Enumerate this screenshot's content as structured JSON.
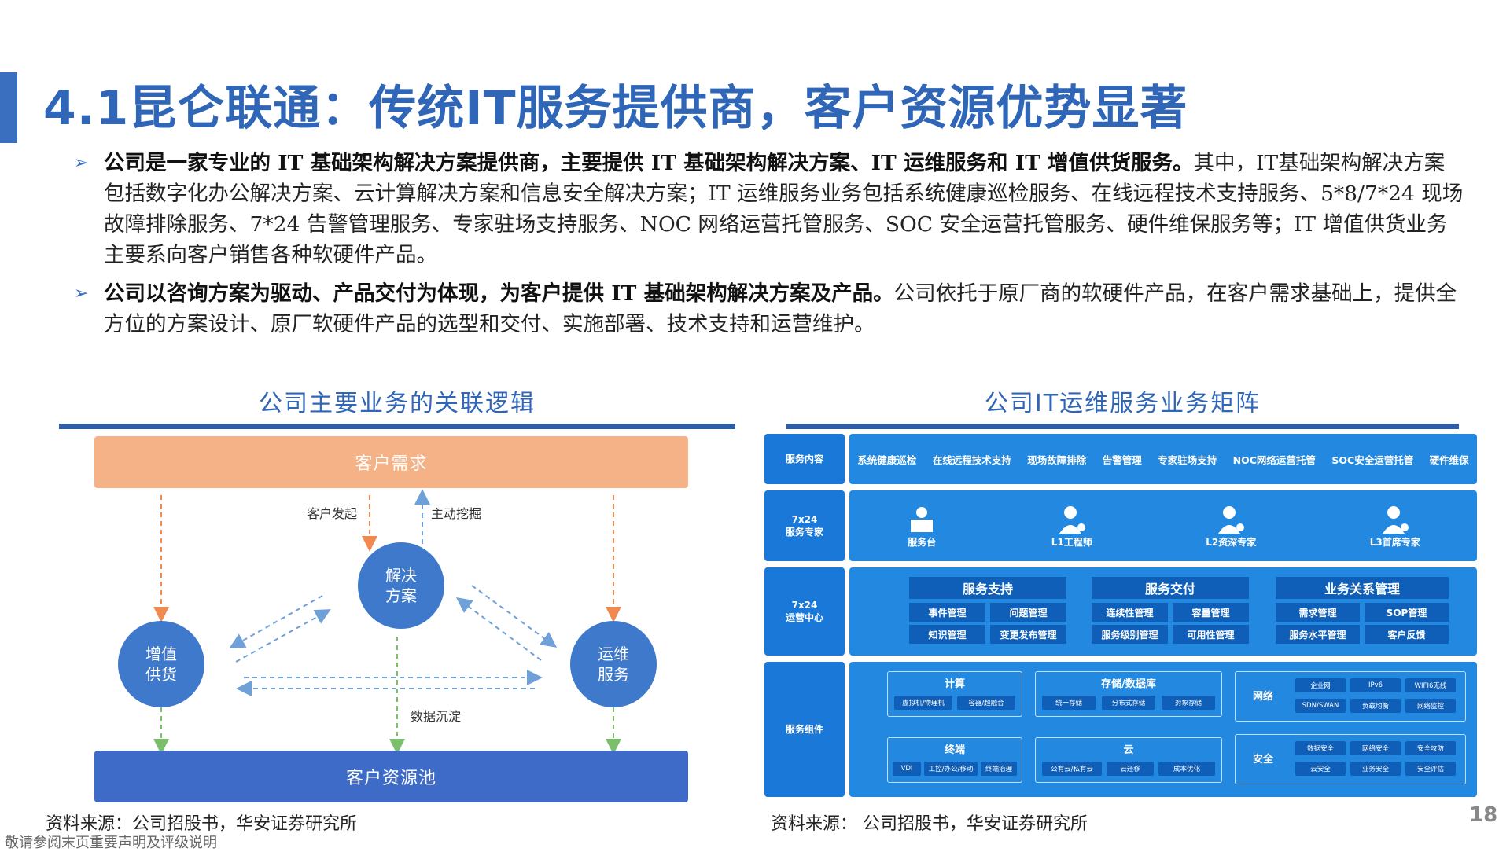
{
  "title": "4.1昆仑联通：传统IT服务提供商，客户资源优势显著",
  "bullets": [
    {
      "bold": "公司是一家专业的 IT 基础架构解决方案提供商，主要提供 IT 基础架构解决方案、IT 运维服务和 IT 增值供货服务。",
      "rest": "其中，IT基础架构解决方案包括数字化办公解决方案、云计算解决方案和信息安全解决方案；IT 运维服务业务包括系统健康巡检服务、在线远程技术支持服务、5*8/7*24 现场故障排除服务、7*24 告警管理服务、专家驻场支持服务、NOC 网络运营托管服务、SOC 安全运营托管服务、硬件维保服务等；IT 增值供货业务主要系向客户销售各种软硬件产品。"
    },
    {
      "bold": "公司以咨询方案为驱动、产品交付为体现，为客户提供 IT 基础架构解决方案及产品。",
      "rest": "公司依托于原厂商的软硬件产品，在客户需求基础上，提供全方位的方案设计、原厂软硬件产品的选型和交付、实施部署、技术支持和运营维护。"
    }
  ],
  "left_panel": {
    "title": "公司主要业务的关联逻辑",
    "top_box": "客户需求",
    "bottom_box": "客户资源池",
    "center_circle": "解决\n方案",
    "left_circle": "增值\n供货",
    "right_circle": "运维\n服务",
    "label_initiate": "客户发起",
    "label_mine": "主动挖掘",
    "label_settle": "数据沉淀",
    "source": "资料来源：公司招股书，华安证券研究所"
  },
  "right_panel": {
    "title": "公司IT运维服务业务矩阵",
    "row1_side": "服务内容",
    "services": [
      "系统健康巡检",
      "在线远程技术支持",
      "现场故障排除",
      "告警管理",
      "专家驻场支持",
      "NOC网络运营托管",
      "SOC安全运营托管",
      "硬件维保"
    ],
    "row2_side": "7x24\n服务专家",
    "roles": [
      "服务台",
      "L1工程师",
      "L2资深专家",
      "L3首席专家"
    ],
    "row3_side": "7x24\n运营中心",
    "groups": [
      {
        "name": "服务支持",
        "items": [
          "事件管理",
          "问题管理",
          "知识管理",
          "变更发布管理"
        ]
      },
      {
        "name": "服务交付",
        "items": [
          "连续性管理",
          "容量管理",
          "服务级别管理",
          "可用性管理"
        ]
      },
      {
        "name": "业务关系管理",
        "items": [
          "需求管理",
          "SOP管理",
          "服务水平管理",
          "客户反馈"
        ]
      }
    ],
    "row4_side": "服务组件",
    "components": [
      {
        "name": "计算",
        "chips": [
          "虚拟机/物理机",
          "容器/超融合"
        ]
      },
      {
        "name": "存储/数据库",
        "chips": [
          "统一存储",
          "分布式存储",
          "对象存储"
        ]
      },
      {
        "name": "终端",
        "chips": [
          "VDI",
          "工控/办公/移动",
          "终端治理"
        ]
      },
      {
        "name": "云",
        "chips": [
          "公有云/私有云",
          "云迁移",
          "成本优化"
        ]
      }
    ],
    "network": {
      "name": "网络",
      "chips": [
        "企业网",
        "IPv6",
        "WIFI6无线",
        "SDN/SWAN",
        "负载均衡",
        "网络监控"
      ]
    },
    "security": {
      "name": "安全",
      "chips": [
        "数据安全",
        "网络安全",
        "安全攻防",
        "云安全",
        "业务安全",
        "安全评估"
      ]
    },
    "source": "资料来源：  公司招股书，华安证券研究所"
  },
  "disclaimer": "敬请参阅末页重要声明及评级说明",
  "page_number": "18",
  "colors": {
    "accent": "#2f66b7",
    "orange": "#f5b286",
    "blue_circle": "#3e79cc",
    "matrix_blue": "#2388e0"
  }
}
